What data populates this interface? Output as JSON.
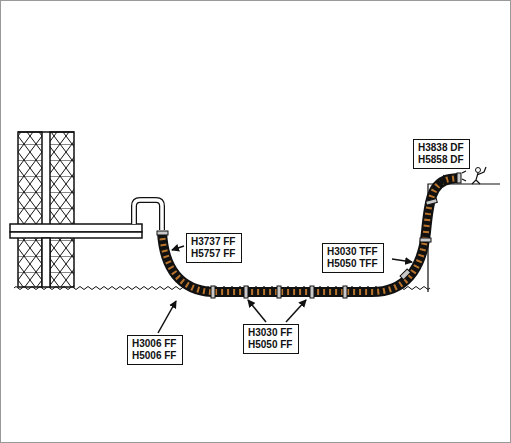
{
  "diagram": {
    "nodes": [
      {
        "text": [
          "H3838 DF",
          "H5858 DF"
        ]
      },
      {
        "text": [
          "H3737 FF",
          "H5757 FF"
        ]
      },
      {
        "text": [
          "H3030 TFF",
          "H5050 TFF"
        ]
      },
      {
        "text": [
          "H3006 FF",
          "H5006 FF"
        ]
      },
      {
        "text": [
          "H3030 FF",
          "H5050 FF"
        ]
      }
    ]
  }
}
